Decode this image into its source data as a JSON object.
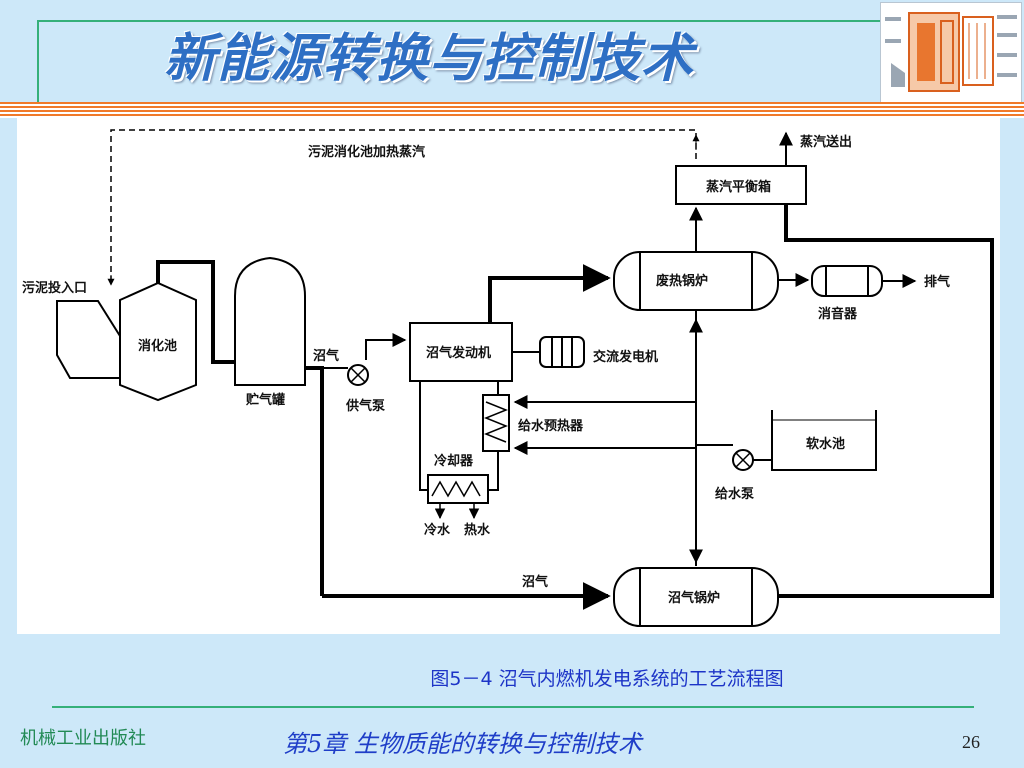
{
  "header": {
    "title": "新能源转换与控制技术"
  },
  "diagram": {
    "labels": {
      "sludge_heating": "污泥消化池加热蒸汽",
      "steam_out": "蒸汽送出",
      "steam_header": "蒸汽平衡箱",
      "sludge_inlet": "污泥投入口",
      "digester": "消化池",
      "gas_tank": "贮气罐",
      "biogas_1": "沼气",
      "gas_pump": "供气泵",
      "engine": "沼气发动机",
      "generator": "交流发电机",
      "waste_heat_boiler": "废热锅炉",
      "muffler": "消音器",
      "exhaust": "排气",
      "feed_preheater": "给水预热器",
      "soft_water_tank": "软水池",
      "cooler": "冷却器",
      "feed_pump": "给水泵",
      "cold_water": "冷水",
      "hot_water": "热水",
      "biogas_2": "沼气",
      "biogas_boiler": "沼气锅炉"
    }
  },
  "caption": "图5－4  沼气内燃机发电系统的工艺流程图",
  "footer": {
    "publisher": "机械工业出版社",
    "chapter": "第5章  生物质能的转换与控制技术",
    "page": "26"
  }
}
